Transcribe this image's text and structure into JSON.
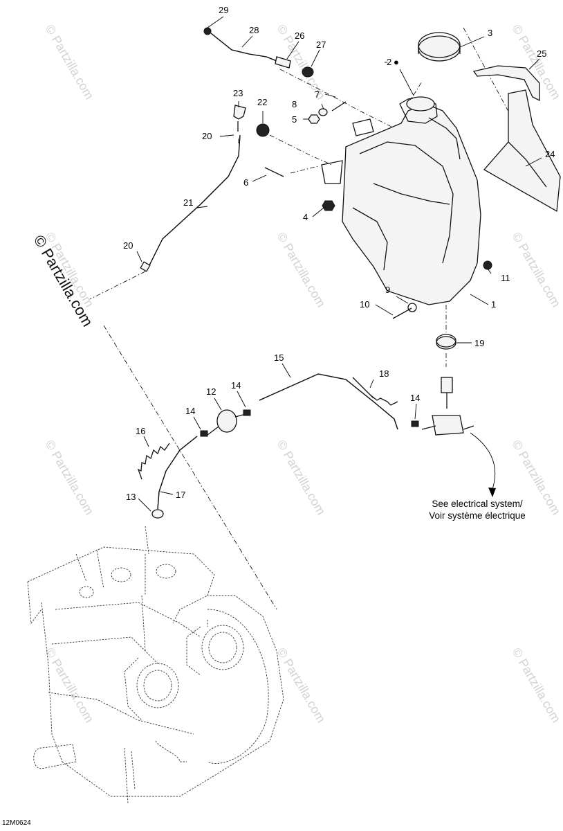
{
  "watermark_main": "© Partzilla.com",
  "watermark_tiles": [
    "© Partzilla.com",
    "© Partzilla.com",
    "© Partzilla.com",
    "© Partzilla.com",
    "© Partzilla.com",
    "© Partzilla.com",
    "© Partzilla.com",
    "© Partzilla.com",
    "© Partzilla.com",
    "© Partzilla.com",
    "© Partzilla.com",
    "© Partzilla.com"
  ],
  "note": {
    "line1": "See electrical system/",
    "line2": "Voir système électrique"
  },
  "drawing_code": "12M0624",
  "callouts": {
    "c1": "1",
    "c2": "2",
    "c3": "3",
    "c4": "4",
    "c5": "5",
    "c6": "6",
    "c7": "7",
    "c8": "8",
    "c9": "9",
    "c10": "10",
    "c11": "11",
    "c12": "12",
    "c13": "13",
    "c14a": "14",
    "c14b": "14",
    "c14c": "14",
    "c15": "15",
    "c16": "16",
    "c17": "17",
    "c18": "18",
    "c19": "19",
    "c20a": "20",
    "c20b": "20",
    "c21": "21",
    "c22": "22",
    "c23": "23",
    "c24": "24",
    "c25": "25",
    "c26": "26",
    "c27": "27",
    "c28": "28",
    "c29": "29"
  }
}
